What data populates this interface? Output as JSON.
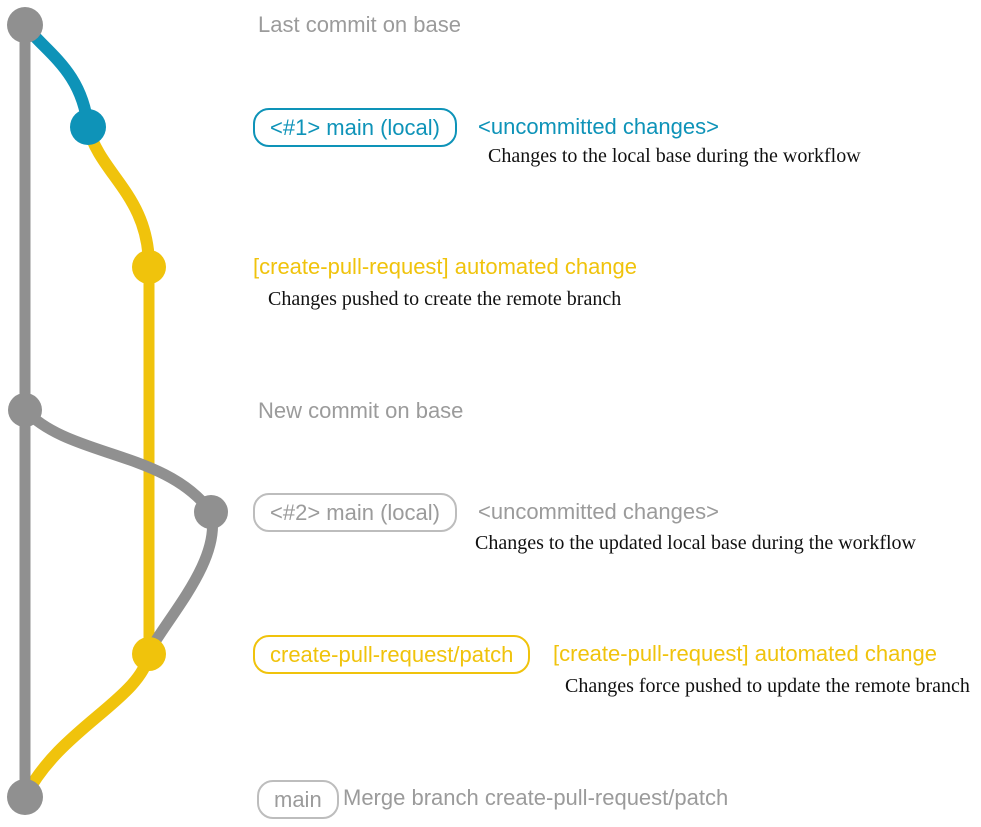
{
  "colors": {
    "gray": "#909090",
    "gray_text": "#9b9b9b",
    "blue": "#0e93b8",
    "yellow": "#f0c30c",
    "note_text": "#111111"
  },
  "labels": {
    "last_commit": "Last commit on base",
    "new_commit": "New commit on base",
    "row1": {
      "badge": "<#1> main (local)",
      "heading": "<uncommitted changes>",
      "note": "Changes to the local base during the workflow"
    },
    "row2": {
      "heading": "[create-pull-request] automated change",
      "note": "Changes pushed to create the remote branch"
    },
    "row3": {
      "badge": "<#2> main (local)",
      "heading": "<uncommitted changes>",
      "note": "Changes to the updated local base during the workflow"
    },
    "row4": {
      "badge": "create-pull-request/patch",
      "heading": "[create-pull-request] automated change",
      "note": "Changes force pushed to update the remote branch"
    },
    "row5": {
      "badge": "main",
      "text": "Merge branch create-pull-request/patch"
    }
  }
}
